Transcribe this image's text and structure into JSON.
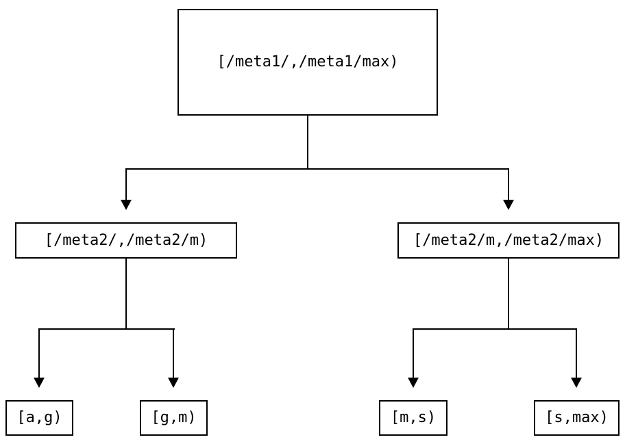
{
  "diagram": {
    "background_color": "#ffffff",
    "line_color": "#000000",
    "node_border_color": "#000000",
    "node_fill_color": "#ffffff",
    "root": {
      "label": "[/meta1/,/meta1/max)"
    },
    "children": [
      {
        "label": "[/meta2/,/meta2/m)"
      },
      {
        "label": "[/meta2/m,/meta2/max)"
      }
    ],
    "leaves": [
      {
        "label": "[a,g)"
      },
      {
        "label": "[g,m)"
      },
      {
        "label": "[m,s)"
      },
      {
        "label": "[s,max)"
      }
    ]
  }
}
